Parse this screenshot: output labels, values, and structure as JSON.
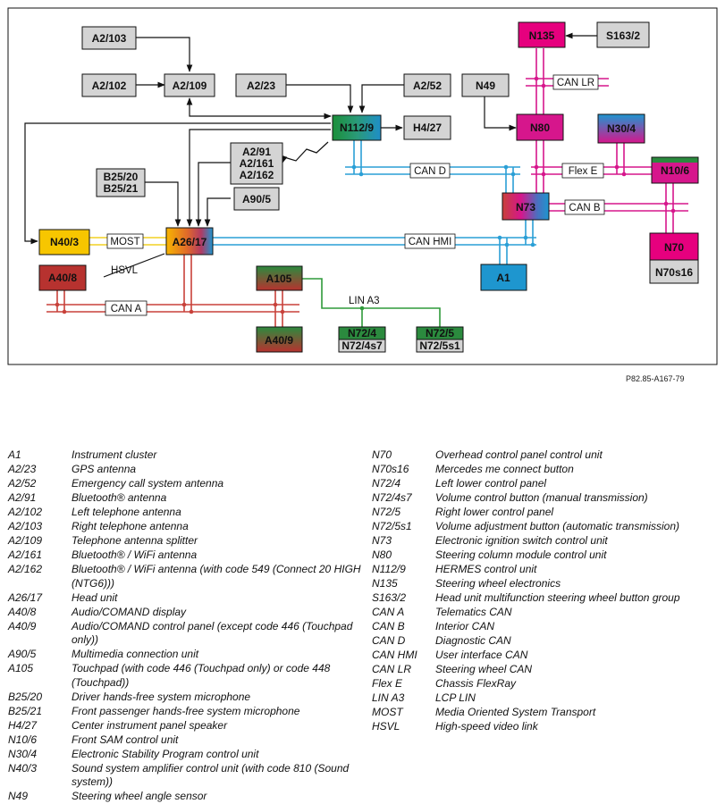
{
  "diagram": {
    "reference": "P82.85-A167-79",
    "nodes": {
      "A2_103": "A2/103",
      "A2_102": "A2/102",
      "A2_109": "A2/109",
      "A2_23": "A2/23",
      "A2_52": "A2/52",
      "N49": "N49",
      "N135": "N135",
      "S163_2": "S163/2",
      "N112_9": "N112/9",
      "H4_27": "H4/27",
      "N80": "N80",
      "N30_4": "N30/4",
      "A2_91_group": [
        "A2/91",
        "A2/161",
        "A2/162"
      ],
      "B25_group": [
        "B25/20",
        "B25/21"
      ],
      "A90_5": "A90/5",
      "N10_6": "N10/6",
      "N73": "N73",
      "N40_3": "N40/3",
      "A26_17": "A26/17",
      "N70": "N70",
      "N70s16": "N70s16",
      "A40_8": "A40/8",
      "A105": "A105",
      "A1": "A1",
      "A40_9": "A40/9",
      "N72_4": "N72/4",
      "N72_4s7": "N72/4s7",
      "N72_5": "N72/5",
      "N72_5s1": "N72/5s1"
    },
    "buses": {
      "can_lr": "CAN LR",
      "can_d": "CAN D",
      "flex_e": "Flex E",
      "can_b": "CAN B",
      "most": "MOST",
      "can_hmi": "CAN HMI",
      "hsvl": "HSVL",
      "can_a": "CAN A",
      "lin_a3": "LIN A3"
    },
    "colors": {
      "gray_box": "#d4d4d4",
      "magenta": "#e6007e",
      "can_d": "#2a9fd6",
      "can_b": "#d6168c",
      "can_a": "#c8413a",
      "lin": "#2f9a3a",
      "most": "#f2d024",
      "blue": "#1e96cf",
      "red_brown": "#b7322f",
      "green": "#2b8a3e"
    }
  },
  "legend": {
    "left": [
      {
        "code": "A1",
        "desc": "Instrument cluster"
      },
      {
        "code": "A2/23",
        "desc": "GPS antenna"
      },
      {
        "code": "A2/52",
        "desc": "Emergency call system antenna"
      },
      {
        "code": "A2/91",
        "desc": "Bluetooth® antenna"
      },
      {
        "code": "A2/102",
        "desc": "Left telephone antenna"
      },
      {
        "code": "A2/103",
        "desc": "Right telephone antenna"
      },
      {
        "code": "A2/109",
        "desc": "Telephone antenna splitter"
      },
      {
        "code": "A2/161",
        "desc": "Bluetooth® / WiFi antenna"
      },
      {
        "code": "A2/162",
        "desc": "Bluetooth® / WiFi antenna (with code 549 (Connect 20 HIGH (NTG6)))"
      },
      {
        "code": "A26/17",
        "desc": "Head unit"
      },
      {
        "code": "A40/8",
        "desc": "Audio/COMAND display"
      },
      {
        "code": "A40/9",
        "desc": "Audio/COMAND control panel (except code 446 (Touchpad only))"
      },
      {
        "code": "A90/5",
        "desc": "Multimedia connection unit"
      },
      {
        "code": "A105",
        "desc": "Touchpad (with code 446 (Touchpad only) or code 448 (Touchpad))"
      },
      {
        "code": "B25/20",
        "desc": "Driver hands-free system microphone"
      },
      {
        "code": "B25/21",
        "desc": "Front passenger hands-free system microphone"
      },
      {
        "code": "H4/27",
        "desc": "Center instrument panel speaker"
      },
      {
        "code": "N10/6",
        "desc": "Front SAM control unit"
      },
      {
        "code": "N30/4",
        "desc": "Electronic Stability Program control unit"
      },
      {
        "code": "N40/3",
        "desc": "Sound system amplifier control unit (with code 810 (Sound system))"
      },
      {
        "code": "N49",
        "desc": "Steering wheel angle sensor"
      }
    ],
    "right": [
      {
        "code": "N70",
        "desc": "Overhead control panel control unit"
      },
      {
        "code": "N70s16",
        "desc": "Mercedes me connect button"
      },
      {
        "code": "N72/4",
        "desc": "Left lower control panel"
      },
      {
        "code": "N72/4s7",
        "desc": "Volume control button (manual transmission)"
      },
      {
        "code": "N72/5",
        "desc": "Right lower control panel"
      },
      {
        "code": "N72/5s1",
        "desc": "Volume adjustment button (automatic transmission)"
      },
      {
        "code": "N73",
        "desc": "Electronic ignition switch control unit"
      },
      {
        "code": "N80",
        "desc": "Steering column module control unit"
      },
      {
        "code": "N112/9",
        "desc": "HERMES control unit"
      },
      {
        "code": "N135",
        "desc": "Steering wheel electronics"
      },
      {
        "code": "S163/2",
        "desc": "Head unit multifunction steering wheel button group"
      },
      {
        "code": "CAN A",
        "desc": "Telematics CAN"
      },
      {
        "code": "CAN B",
        "desc": "Interior CAN"
      },
      {
        "code": "CAN D",
        "desc": "Diagnostic CAN"
      },
      {
        "code": "CAN HMI",
        "desc": "User interface CAN"
      },
      {
        "code": "CAN LR",
        "desc": "Steering wheel CAN"
      },
      {
        "code": "Flex E",
        "desc": "Chassis FlexRay"
      },
      {
        "code": "LIN A3",
        "desc": "LCP LIN"
      },
      {
        "code": "MOST",
        "desc": "Media Oriented System Transport"
      },
      {
        "code": "HSVL",
        "desc": "High-speed video link"
      }
    ]
  }
}
